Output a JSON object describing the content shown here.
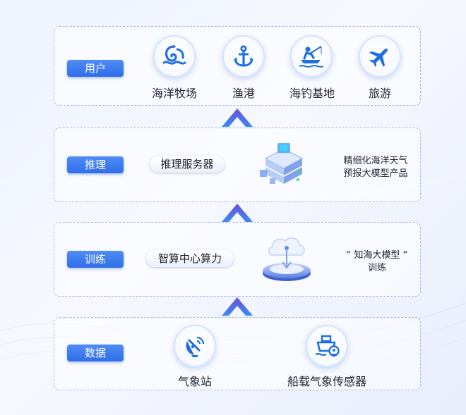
{
  "layers": {
    "users": {
      "label": "用户",
      "items": [
        "海洋牧场",
        "渔港",
        "海钓基地",
        "旅游"
      ]
    },
    "inference": {
      "label": "推理",
      "pill": "推理服务器",
      "note_line1": "精细化海洋天气",
      "note_line2": "预报大模型产品"
    },
    "training": {
      "label": "训练",
      "pill": "智算中心算力",
      "note_line1": "“ 知海大模型 “",
      "note_line2": "训练"
    },
    "data": {
      "label": "数据",
      "items": [
        "气象站",
        "船载气象传感器"
      ]
    }
  },
  "icons": [
    "ocean-ranch-icon",
    "anchor-icon",
    "fishing-icon",
    "airplane-icon",
    "satellite-dish-icon",
    "ship-location-icon"
  ],
  "colors": {
    "accent": "#2f6ee9",
    "icon": "#1f6fe0",
    "border": "#9fb4e6"
  }
}
